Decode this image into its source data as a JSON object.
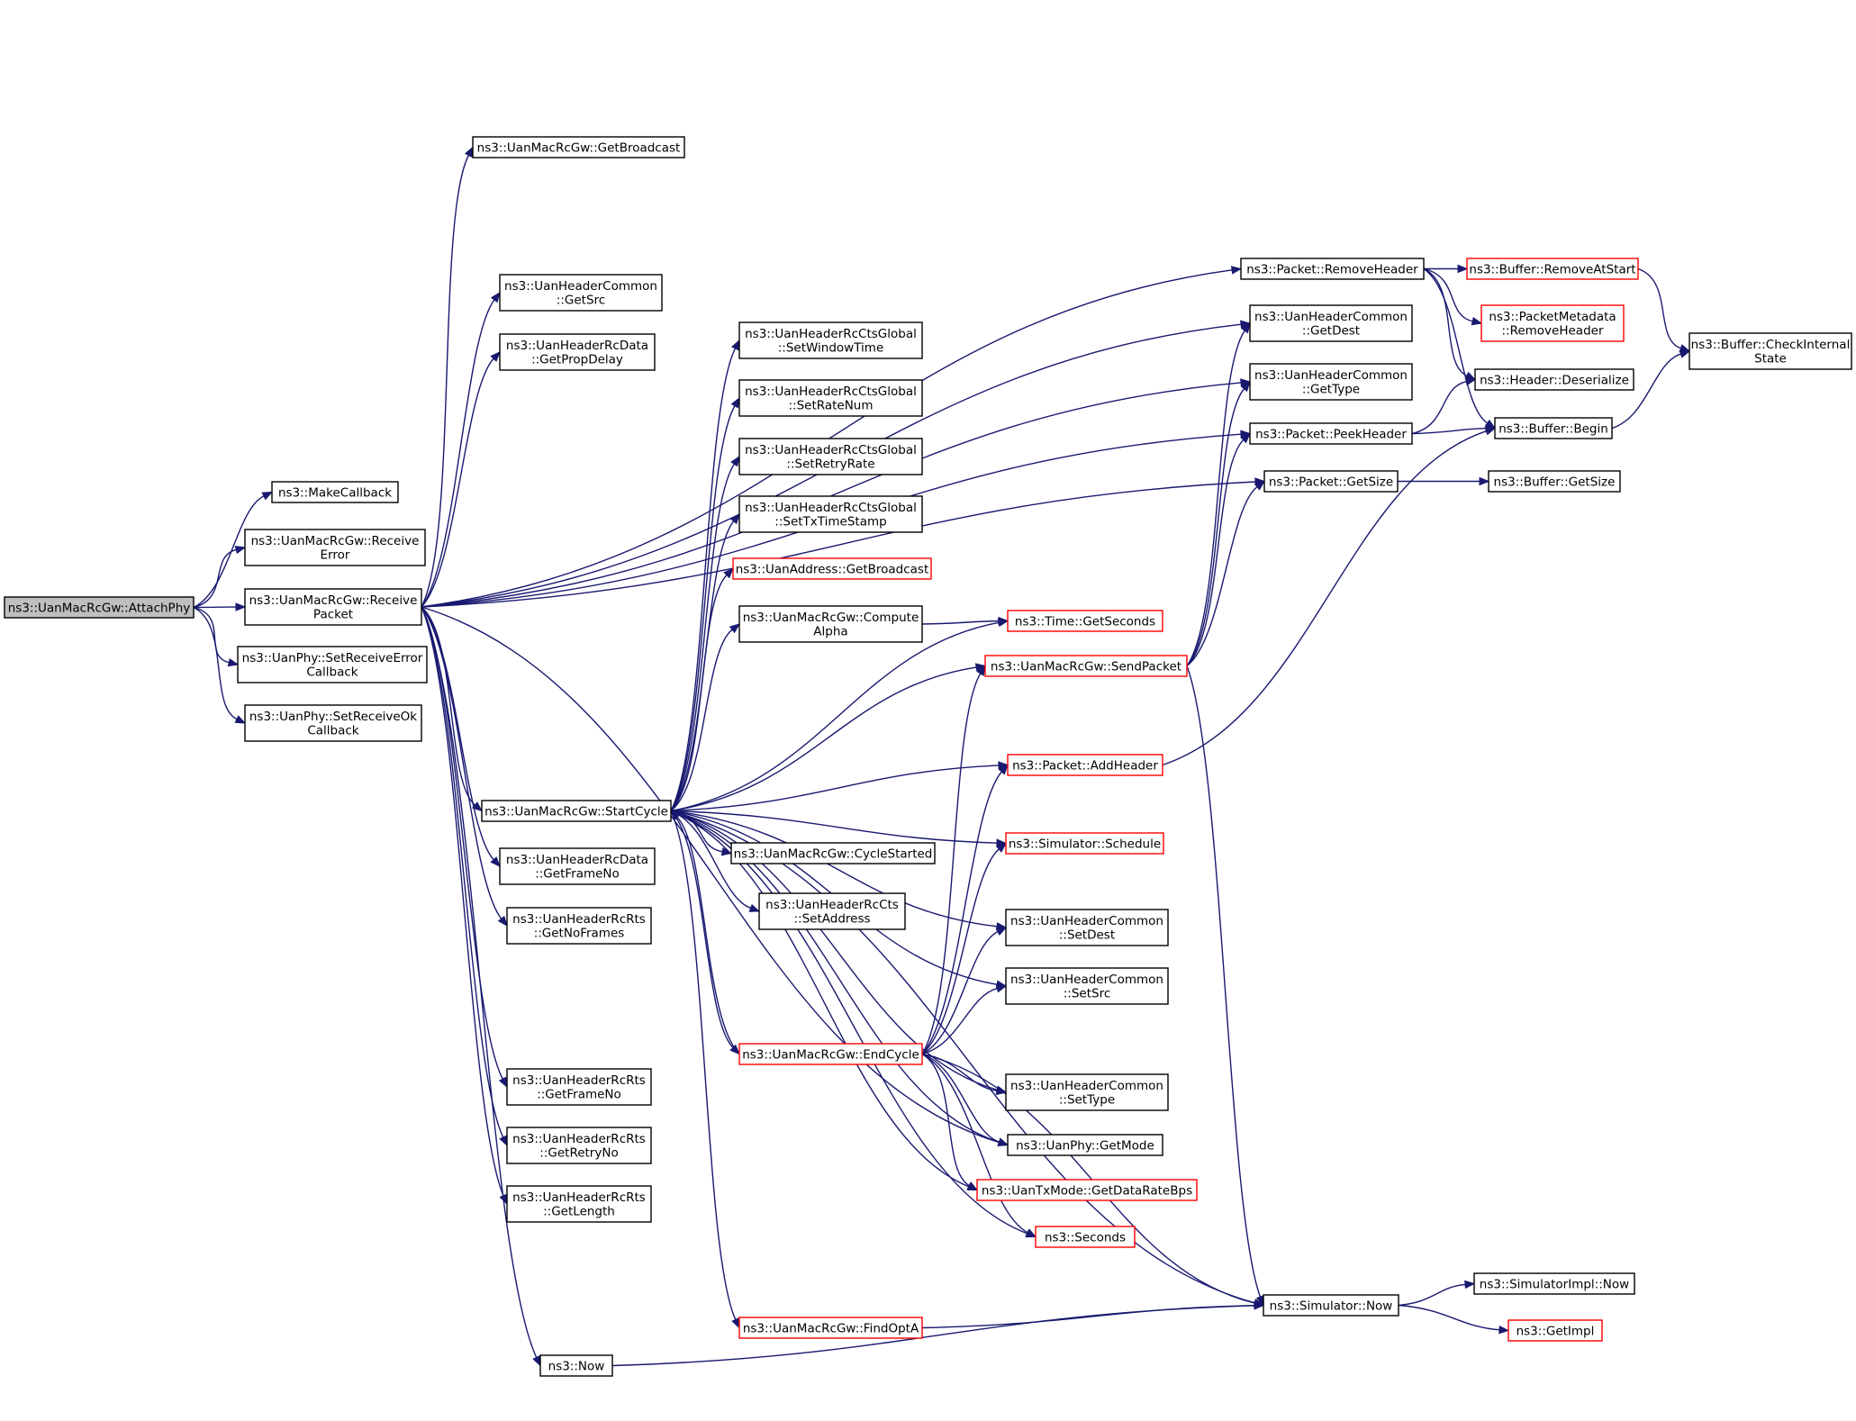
{
  "colors": {
    "edge": "#191970",
    "box_border": "#000000",
    "truncated_border": "#ff0000",
    "root_fill": "#bfbfbf"
  },
  "nodes": {
    "attach": {
      "lines": [
        "ns3::UanMacRcGw::AttachPhy"
      ],
      "root": true
    },
    "makecb": {
      "lines": [
        "ns3::MakeCallback"
      ]
    },
    "recverr": {
      "lines": [
        "ns3::UanMacRcGw::Receive",
        "Error"
      ]
    },
    "recvpkt": {
      "lines": [
        "ns3::UanMacRcGw::Receive",
        "Packet"
      ]
    },
    "setrecverrcb": {
      "lines": [
        "ns3::UanPhy::SetReceiveError",
        "Callback"
      ]
    },
    "setrecvokcb": {
      "lines": [
        "ns3::UanPhy::SetReceiveOk",
        "Callback"
      ]
    },
    "getbroadcast": {
      "lines": [
        "ns3::UanMacRcGw::GetBroadcast"
      ]
    },
    "hcgetsrc": {
      "lines": [
        "ns3::UanHeaderCommon",
        "::GetSrc"
      ]
    },
    "rcdatapropdelay": {
      "lines": [
        "ns3::UanHeaderRcData",
        "::GetPropDelay"
      ]
    },
    "startcycle": {
      "lines": [
        "ns3::UanMacRcGw::StartCycle"
      ]
    },
    "rcdataframeno": {
      "lines": [
        "ns3::UanHeaderRcData",
        "::GetFrameNo"
      ]
    },
    "rtsnoframes": {
      "lines": [
        "ns3::UanHeaderRcRts",
        "::GetNoFrames"
      ]
    },
    "rtsframeno": {
      "lines": [
        "ns3::UanHeaderRcRts",
        "::GetFrameNo"
      ]
    },
    "rtsretryno": {
      "lines": [
        "ns3::UanHeaderRcRts",
        "::GetRetryNo"
      ]
    },
    "rtslength": {
      "lines": [
        "ns3::UanHeaderRcRts",
        "::GetLength"
      ]
    },
    "now": {
      "lines": [
        "ns3::Now"
      ]
    },
    "setwindowtime": {
      "lines": [
        "ns3::UanHeaderRcCtsGlobal",
        "::SetWindowTime"
      ]
    },
    "setratenum": {
      "lines": [
        "ns3::UanHeaderRcCtsGlobal",
        "::SetRateNum"
      ]
    },
    "setretryrate": {
      "lines": [
        "ns3::UanHeaderRcCtsGlobal",
        "::SetRetryRate"
      ]
    },
    "settxtimestamp": {
      "lines": [
        "ns3::UanHeaderRcCtsGlobal",
        "::SetTxTimeStamp"
      ]
    },
    "uanaddrbroadcast": {
      "lines": [
        "ns3::UanAddress::GetBroadcast"
      ],
      "truncated": true
    },
    "computealpha": {
      "lines": [
        "ns3::UanMacRcGw::Compute",
        "Alpha"
      ]
    },
    "cyclestarted": {
      "lines": [
        "ns3::UanMacRcGw::CycleStarted"
      ]
    },
    "ctssetaddress": {
      "lines": [
        "ns3::UanHeaderRcCts",
        "::SetAddress"
      ]
    },
    "endcycle": {
      "lines": [
        "ns3::UanMacRcGw::EndCycle"
      ],
      "truncated": true
    },
    "findopta": {
      "lines": [
        "ns3::UanMacRcGw::FindOptA"
      ],
      "truncated": true
    },
    "removeheader": {
      "lines": [
        "ns3::Packet::RemoveHeader"
      ]
    },
    "hcgetdest": {
      "lines": [
        "ns3::UanHeaderCommon",
        "::GetDest"
      ]
    },
    "hcgettype": {
      "lines": [
        "ns3::UanHeaderCommon",
        "::GetType"
      ]
    },
    "peekheader": {
      "lines": [
        "ns3::Packet::PeekHeader"
      ]
    },
    "pktgetsize": {
      "lines": [
        "ns3::Packet::GetSize"
      ]
    },
    "timegetseconds": {
      "lines": [
        "ns3::Time::GetSeconds"
      ],
      "truncated": true
    },
    "sendpacket": {
      "lines": [
        "ns3::UanMacRcGw::SendPacket"
      ],
      "truncated": true
    },
    "addheader": {
      "lines": [
        "ns3::Packet::AddHeader"
      ],
      "truncated": true
    },
    "schedule": {
      "lines": [
        "ns3::Simulator::Schedule"
      ],
      "truncated": true
    },
    "hcsetdest": {
      "lines": [
        "ns3::UanHeaderCommon",
        "::SetDest"
      ]
    },
    "hcsetsrc": {
      "lines": [
        "ns3::UanHeaderCommon",
        "::SetSrc"
      ]
    },
    "hcsettype": {
      "lines": [
        "ns3::UanHeaderCommon",
        "::SetType"
      ]
    },
    "getmode": {
      "lines": [
        "ns3::UanPhy::GetMode"
      ]
    },
    "getdataratebps": {
      "lines": [
        "ns3::UanTxMode::GetDataRateBps"
      ],
      "truncated": true
    },
    "seconds": {
      "lines": [
        "ns3::Seconds"
      ],
      "truncated": true
    },
    "simnow": {
      "lines": [
        "ns3::Simulator::Now"
      ]
    },
    "removeatstart": {
      "lines": [
        "ns3::Buffer::RemoveAtStart"
      ],
      "truncated": true
    },
    "pmremoveheader": {
      "lines": [
        "ns3::PacketMetadata",
        "::RemoveHeader"
      ],
      "truncated": true
    },
    "deserialize": {
      "lines": [
        "ns3::Header::Deserialize"
      ]
    },
    "bufbegin": {
      "lines": [
        "ns3::Buffer::Begin"
      ]
    },
    "bufgetsize": {
      "lines": [
        "ns3::Buffer::GetSize"
      ]
    },
    "checkinternal": {
      "lines": [
        "ns3::Buffer::CheckInternal",
        "State"
      ]
    },
    "implnow": {
      "lines": [
        "ns3::SimulatorImpl::Now"
      ]
    },
    "getimpl": {
      "lines": [
        "ns3::GetImpl"
      ],
      "truncated": true
    }
  },
  "edges": [
    [
      "attach",
      "makecb"
    ],
    [
      "attach",
      "recverr"
    ],
    [
      "attach",
      "recvpkt"
    ],
    [
      "attach",
      "setrecverrcb"
    ],
    [
      "attach",
      "setrecvokcb"
    ],
    [
      "recvpkt",
      "getbroadcast"
    ],
    [
      "recvpkt",
      "hcgetsrc"
    ],
    [
      "recvpkt",
      "rcdatapropdelay"
    ],
    [
      "recvpkt",
      "startcycle"
    ],
    [
      "recvpkt",
      "rcdataframeno"
    ],
    [
      "recvpkt",
      "rtsnoframes"
    ],
    [
      "recvpkt",
      "rtsframeno"
    ],
    [
      "recvpkt",
      "rtsretryno"
    ],
    [
      "recvpkt",
      "rtslength"
    ],
    [
      "recvpkt",
      "now"
    ],
    [
      "recvpkt",
      "removeheader"
    ],
    [
      "recvpkt",
      "hcgetdest"
    ],
    [
      "recvpkt",
      "hcgettype"
    ],
    [
      "recvpkt",
      "peekheader"
    ],
    [
      "recvpkt",
      "pktgetsize"
    ],
    [
      "recvpkt",
      "getmode"
    ],
    [
      "startcycle",
      "setwindowtime"
    ],
    [
      "startcycle",
      "setratenum"
    ],
    [
      "startcycle",
      "setretryrate"
    ],
    [
      "startcycle",
      "settxtimestamp"
    ],
    [
      "startcycle",
      "uanaddrbroadcast"
    ],
    [
      "startcycle",
      "computealpha"
    ],
    [
      "startcycle",
      "timegetseconds"
    ],
    [
      "startcycle",
      "sendpacket"
    ],
    [
      "startcycle",
      "addheader"
    ],
    [
      "startcycle",
      "schedule"
    ],
    [
      "startcycle",
      "cyclestarted"
    ],
    [
      "startcycle",
      "ctssetaddress"
    ],
    [
      "startcycle",
      "hcsetdest"
    ],
    [
      "startcycle",
      "hcsetsrc"
    ],
    [
      "startcycle",
      "endcycle"
    ],
    [
      "startcycle",
      "hcsettype"
    ],
    [
      "startcycle",
      "getmode"
    ],
    [
      "startcycle",
      "getdataratebps"
    ],
    [
      "startcycle",
      "seconds"
    ],
    [
      "startcycle",
      "findopta"
    ],
    [
      "startcycle",
      "simnow"
    ],
    [
      "endcycle",
      "startcycle"
    ],
    [
      "endcycle",
      "sendpacket"
    ],
    [
      "endcycle",
      "addheader"
    ],
    [
      "endcycle",
      "schedule"
    ],
    [
      "endcycle",
      "hcsetdest"
    ],
    [
      "endcycle",
      "hcsetsrc"
    ],
    [
      "endcycle",
      "hcsettype"
    ],
    [
      "endcycle",
      "getmode"
    ],
    [
      "endcycle",
      "getdataratebps"
    ],
    [
      "endcycle",
      "seconds"
    ],
    [
      "endcycle",
      "simnow"
    ],
    [
      "computealpha",
      "timegetseconds"
    ],
    [
      "findopta",
      "simnow"
    ],
    [
      "now",
      "simnow"
    ],
    [
      "sendpacket",
      "hcgetdest"
    ],
    [
      "sendpacket",
      "hcgettype"
    ],
    [
      "sendpacket",
      "peekheader"
    ],
    [
      "sendpacket",
      "pktgetsize"
    ],
    [
      "sendpacket",
      "simnow"
    ],
    [
      "removeheader",
      "removeatstart"
    ],
    [
      "removeheader",
      "pmremoveheader"
    ],
    [
      "removeheader",
      "deserialize"
    ],
    [
      "removeheader",
      "bufbegin"
    ],
    [
      "peekheader",
      "deserialize"
    ],
    [
      "peekheader",
      "bufbegin"
    ],
    [
      "pktgetsize",
      "bufgetsize"
    ],
    [
      "addheader",
      "bufbegin"
    ],
    [
      "removeatstart",
      "checkinternal"
    ],
    [
      "bufbegin",
      "checkinternal"
    ],
    [
      "simnow",
      "implnow"
    ],
    [
      "simnow",
      "getimpl"
    ]
  ]
}
